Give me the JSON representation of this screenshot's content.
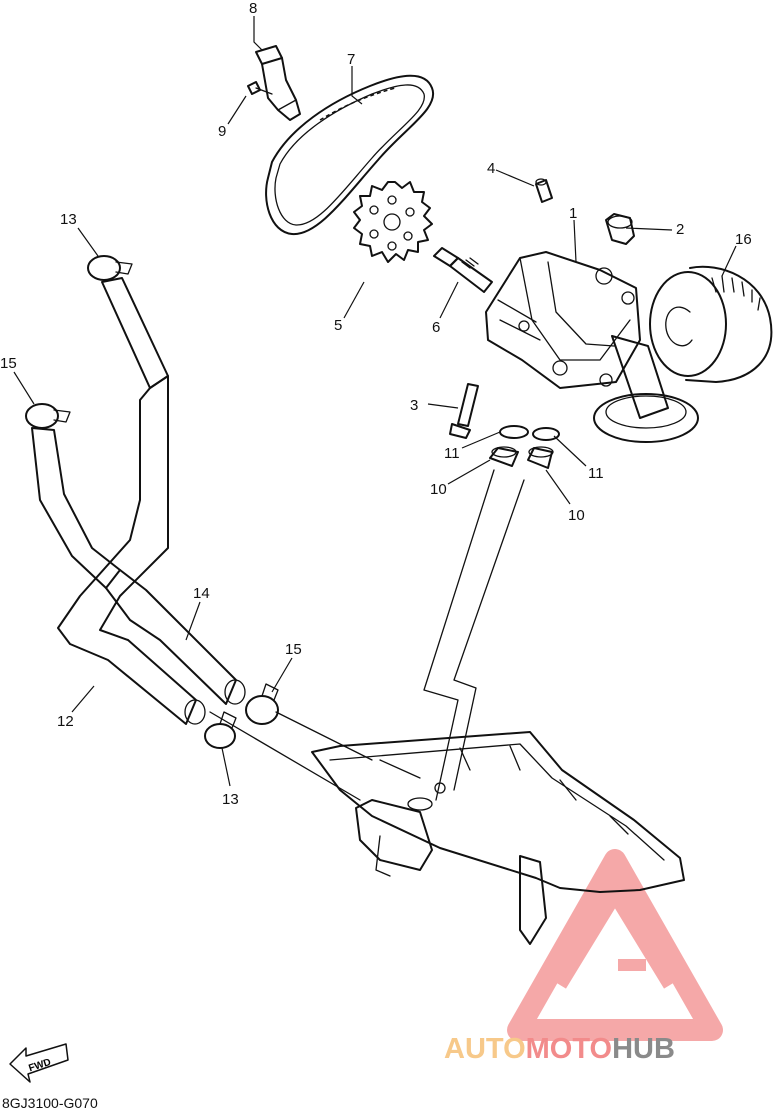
{
  "diagram": {
    "code": "8GJ3100-G070",
    "fwd_label": "FWD",
    "callouts": [
      {
        "id": "c1",
        "text": "1"
      },
      {
        "id": "c2",
        "text": "2"
      },
      {
        "id": "c3",
        "text": "3"
      },
      {
        "id": "c4",
        "text": "4"
      },
      {
        "id": "c5",
        "text": "5"
      },
      {
        "id": "c6",
        "text": "6"
      },
      {
        "id": "c7",
        "text": "7"
      },
      {
        "id": "c8",
        "text": "8"
      },
      {
        "id": "c9",
        "text": "9"
      },
      {
        "id": "c10a",
        "text": "10"
      },
      {
        "id": "c10b",
        "text": "10"
      },
      {
        "id": "c11a",
        "text": "11"
      },
      {
        "id": "c11b",
        "text": "11"
      },
      {
        "id": "c12",
        "text": "12"
      },
      {
        "id": "c13a",
        "text": "13"
      },
      {
        "id": "c13b",
        "text": "13"
      },
      {
        "id": "c14",
        "text": "14"
      },
      {
        "id": "c15a",
        "text": "15"
      },
      {
        "id": "c15b",
        "text": "15"
      },
      {
        "id": "c16",
        "text": "16"
      }
    ]
  },
  "watermark": {
    "part1": "AUTO",
    "part2": "MOTO",
    "part3": "HUB",
    "color_light": "#f7c98a",
    "color_red": "#f28b8b",
    "color_gray": "#8a8a8a"
  }
}
